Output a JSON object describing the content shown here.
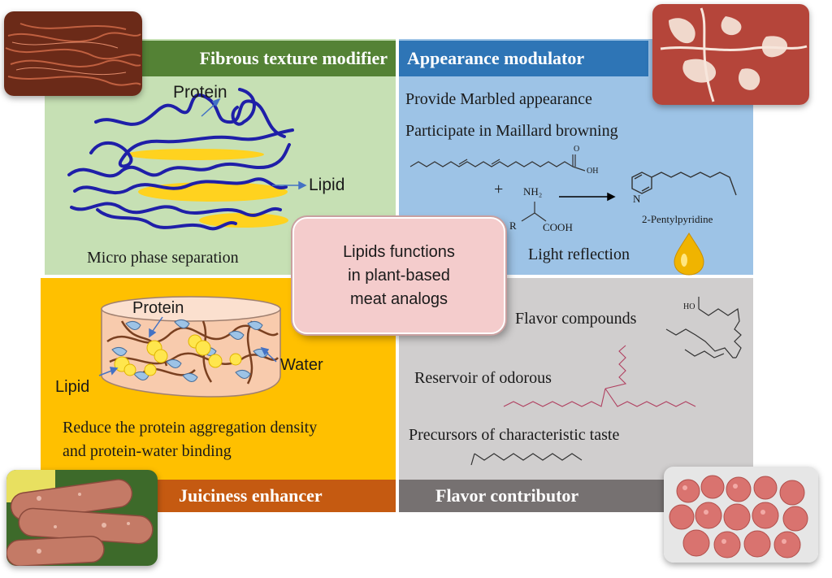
{
  "center": {
    "title": "Lipids functions\nin plant-based\nmeat analogs"
  },
  "fibrous": {
    "header": "Fibrous texture modifier",
    "protein_label": "Protein",
    "lipid_label": "Lipid",
    "caption": "Micro phase separation"
  },
  "appearance": {
    "header": "Appearance modulator",
    "line1": "Provide Marbled appearance",
    "line2": "Participate in Maillard browning",
    "plus": "+",
    "nh2": "NH₂",
    "r": "R",
    "cooh": "COOH",
    "oh": "OH",
    "n": "N",
    "product": "2-Pentylpyridine",
    "caption": "Light reflection"
  },
  "juiciness": {
    "header": "Juiciness enhancer",
    "protein_label": "Protein",
    "water_label": "Water",
    "lipid_label": "Lipid",
    "caption_line1": "Reduce the protein aggregation density",
    "caption_line2": "and protein-water binding"
  },
  "flavor": {
    "header": "Flavor contributor",
    "line1": "Flavor compounds",
    "line2": "Reservoir of odorous",
    "line3": "Precursors of characteristic taste",
    "ho": "HO"
  },
  "colors": {
    "fibrous_bg": "#c6e0b4",
    "appearance_bg": "#9dc3e6",
    "juiciness_bg": "#ffc000",
    "flavor_bg": "#d0cece",
    "protein_strand": "#1f1fa8",
    "lipid_blob": "#ffd21f"
  }
}
